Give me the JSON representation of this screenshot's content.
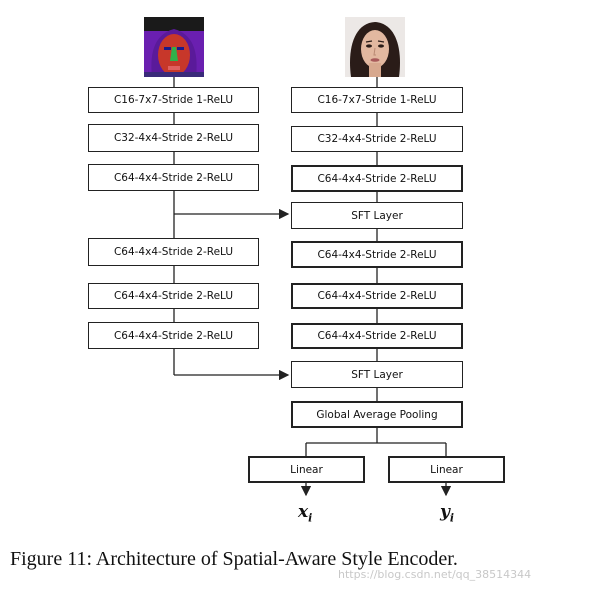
{
  "left_branch": [
    "C16-7x7-Stride 1-ReLU",
    "C32-4x4-Stride 2-ReLU",
    "C64-4x4-Stride 2-ReLU",
    "C64-4x4-Stride 2-ReLU",
    "C64-4x4-Stride 2-ReLU",
    "C64-4x4-Stride 2-ReLU"
  ],
  "right_branch": [
    "C16-7x7-Stride 1-ReLU",
    "C32-4x4-Stride 2-ReLU",
    "C64-4x4-Stride 2-ReLU",
    "SFT Layer",
    "C64-4x4-Stride 2-ReLU",
    "C64-4x4-Stride 2-ReLU",
    "C64-4x4-Stride 2-ReLU",
    "SFT Layer",
    "Global Average Pooling"
  ],
  "heads": [
    "Linear",
    "Linear"
  ],
  "outputs": [
    {
      "base": "x",
      "sub": "i"
    },
    {
      "base": "y",
      "sub": "i"
    }
  ],
  "caption": "Figure 11: Architecture of Spatial-Aware Style Encoder.",
  "watermark": "https://blog.csdn.net/qq_38514344",
  "images": {
    "left": "segmentation-mask-icon",
    "right": "face-photo-icon"
  },
  "colors": {
    "mask_bg": "#6a1fb0",
    "mask_face": "#c7372a",
    "mask_nose": "#2fb04a"
  }
}
